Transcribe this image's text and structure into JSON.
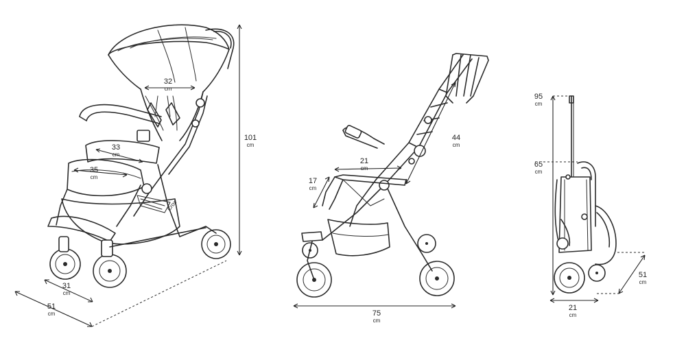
{
  "unit": "cm",
  "front_view": {
    "seat_back_width": "32",
    "seat_width": "33",
    "seat_depth": "35",
    "height": "101",
    "wheel_base_width": "31",
    "depth": "51"
  },
  "side_view": {
    "backrest_length": "44",
    "seat_length": "21",
    "legrest_length": "17",
    "length": "75"
  },
  "folded_view": {
    "height_extended": "95",
    "height_folded": "65",
    "width": "21",
    "depth": "51"
  },
  "colors": {
    "line": "#2a2a2a",
    "background": "#ffffff"
  },
  "brand_mark": "Crox"
}
